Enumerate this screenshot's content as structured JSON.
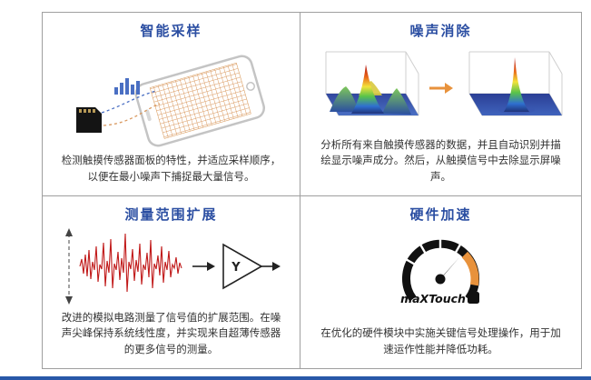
{
  "colors": {
    "title_blue": "#2b4ea2",
    "footer_blue": "#2858a8",
    "arrow_orange": "#e8923c",
    "waveform_red": "#c01818",
    "sample_bar_blue": "#4a6fc3",
    "border_gray": "#9f9f9f"
  },
  "panels": [
    {
      "id": "smart-sampling",
      "title": "智能采样",
      "description": "检测触摸传感器面板的特性，并适应采样顺序，以便在最小噪声下捕捉最大量信号。"
    },
    {
      "id": "noise-cancellation",
      "title": "噪声消除",
      "description": "分析所有来自触摸传感器的数据，并且自动识别并描绘显示噪声成分。然后，从触摸信号中去除显示屏噪声。"
    },
    {
      "id": "measurement-range-expansion",
      "title": "测量范围扩展",
      "description": "改进的模拟电路测量了信号值的扩展范围。在噪声尖峰保持系统线性度，并实现来自超薄传感器的更多信号的测量。",
      "amplifier_label": "Y"
    },
    {
      "id": "hardware-acceleration",
      "title": "硬件加速",
      "description": "在优化的硬件模块中实施关键信号处理操作，用于加速运作性能并降低功耗。",
      "gauge_brand": "maXTouch"
    }
  ]
}
